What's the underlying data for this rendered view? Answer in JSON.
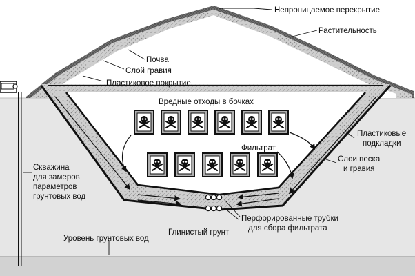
{
  "labels": {
    "impermeable_cover": "Непроницаемое перекрытие",
    "vegetation": "Растительность",
    "soil": "Почва",
    "gravel_layer": "Слой гравия",
    "plastic_cover": "Пластиковое покрытие",
    "hazardous_waste": "Вредные отходы в бочках",
    "plastic_liners_line1": "Пластиковые",
    "plastic_liners_line2": "подкладки",
    "filtrate": "Фильтрат",
    "sand_gravel_line1": "Слои песка",
    "sand_gravel_line2": "и гравия",
    "well_line1": "Скважина",
    "well_line2": "для замеров",
    "well_line3": "параметров",
    "well_line4": "грунтовых вод",
    "perforated_pipes_line1": "Перфорированные трубки",
    "perforated_pipes_line2": "для сбора фильтрата",
    "clay_soil": "Глинистый грунт",
    "groundwater_level": "Уровень грунтовых вод"
  },
  "barrels": {
    "top_row_count": 6,
    "bottom_row_count": 5,
    "symbol": "skull-and-crossbones"
  },
  "colors": {
    "gravel": "#c9c9c9",
    "ground": "#e6e6e6",
    "groundwater": "#d2d2d2",
    "ink": "#111111"
  }
}
